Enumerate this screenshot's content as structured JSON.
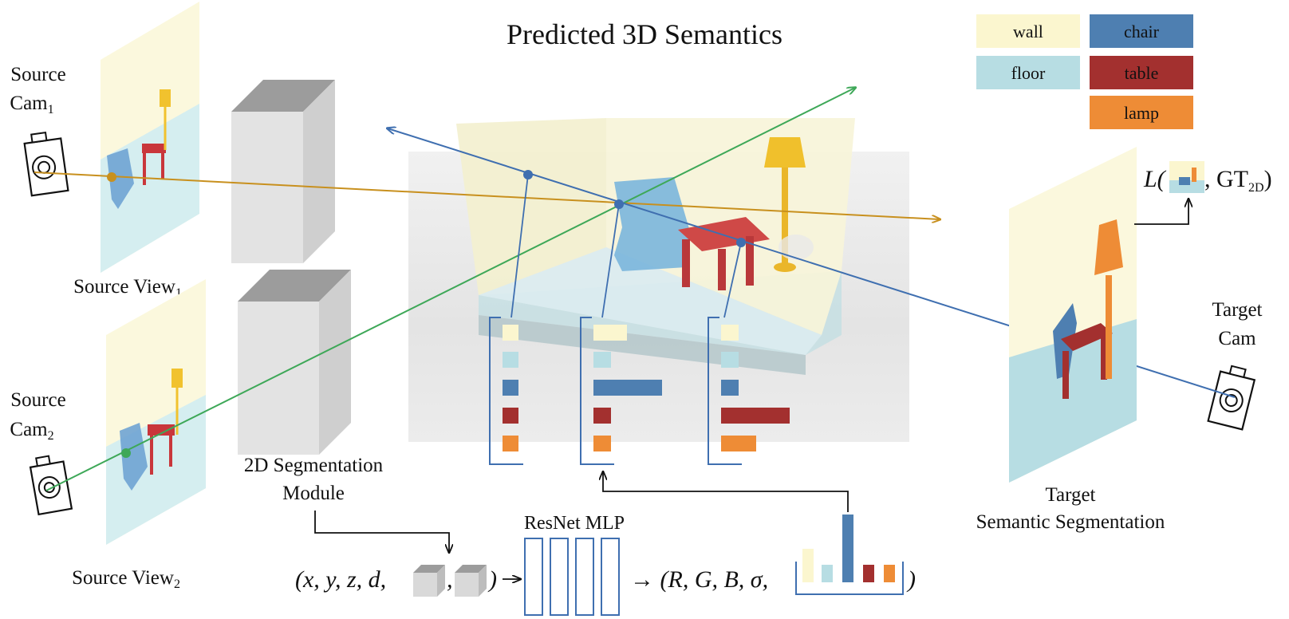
{
  "title": "Predicted 3D Semantics",
  "legend": [
    {
      "label": "wall",
      "color": "#fbf6cf"
    },
    {
      "label": "floor",
      "color": "#b7dde3"
    },
    {
      "label": "chair",
      "color": "#4e7fb1"
    },
    {
      "label": "table",
      "color": "#a3302f"
    },
    {
      "label": "lamp",
      "color": "#ee8c36"
    }
  ],
  "source_cam_1": {
    "line1": "Source",
    "line2": "Cam",
    "sub": "1"
  },
  "source_cam_2": {
    "line1": "Source",
    "line2": "Cam",
    "sub": "2"
  },
  "source_view_1": {
    "label": "Source View",
    "sub": "1"
  },
  "source_view_2": {
    "label": "Source View",
    "sub": "2"
  },
  "seg_module": {
    "line1": "2D Segmentation",
    "line2": "Module"
  },
  "target_cam": {
    "line1": "Target",
    "line2": "Cam"
  },
  "target_seg": {
    "line1": "Target",
    "line2": "Semantic Segmentation"
  },
  "loss": {
    "prefix": "L(",
    "gt": ", GT",
    "sub": "2D",
    "suffix": ")"
  },
  "mlp_label": "ResNet MLP",
  "input_formula": {
    "open": "(x, y, z, d,",
    "sep": ",",
    "close": ")"
  },
  "output_formula": {
    "open": "→ (R, G, B, σ,",
    "close": ")"
  },
  "colors": {
    "ray_orange": "#c8901e",
    "ray_green": "#3ea858",
    "ray_blue": "#3f6fb0",
    "mlp_box": "#3f6fb0"
  }
}
